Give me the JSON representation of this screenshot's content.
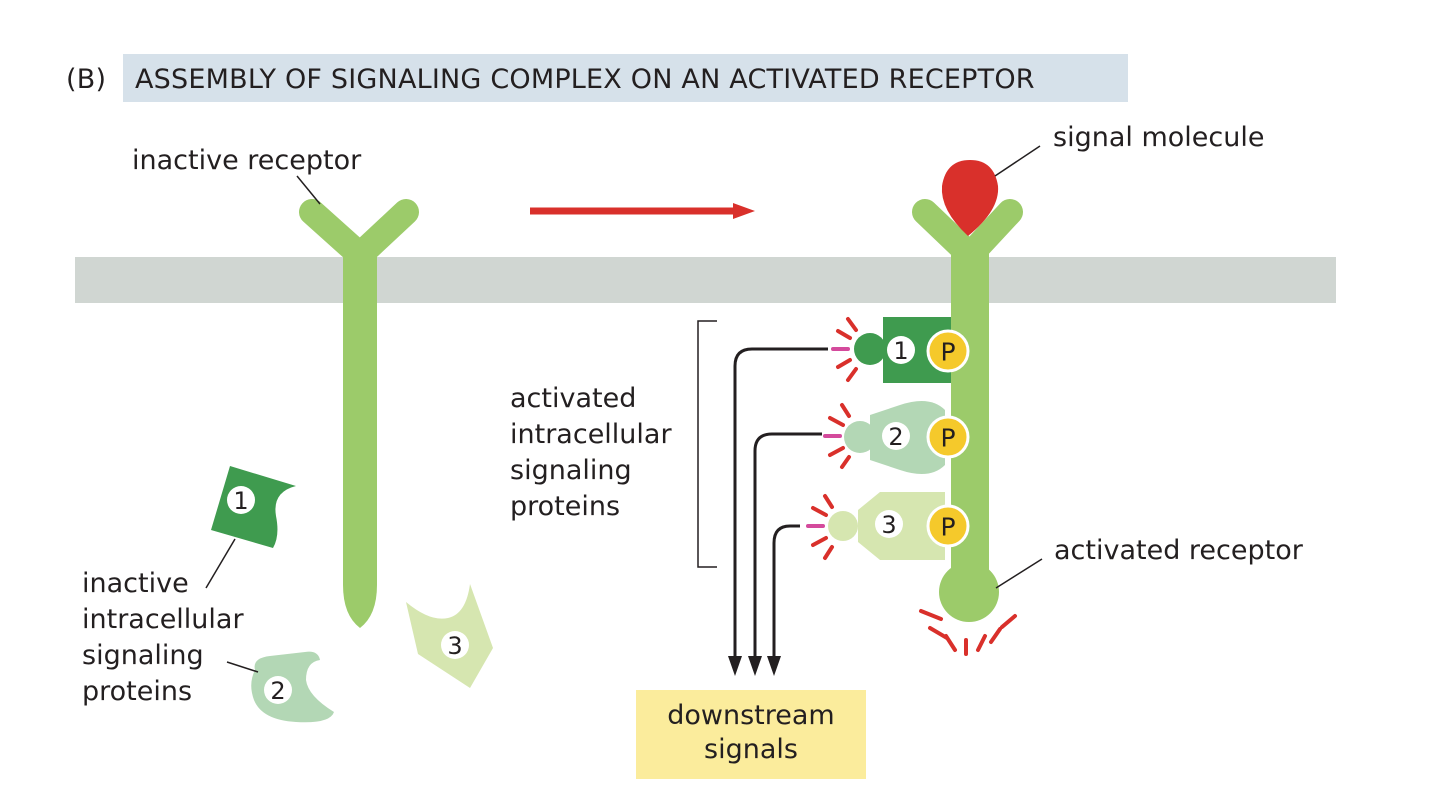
{
  "panel": {
    "tag": "(B)",
    "title": "ASSEMBLY OF SIGNALING COMPLEX ON AN ACTIVATED RECEPTOR"
  },
  "labels": {
    "inactive_receptor": "inactive receptor",
    "signal_molecule": "signal molecule",
    "activated_receptor": "activated receptor",
    "activated_proteins": [
      "activated",
      "intracellular",
      "signaling",
      "proteins"
    ],
    "inactive_proteins": [
      "inactive",
      "intracellular",
      "signaling",
      "proteins"
    ],
    "downstream": [
      "downstream",
      "signals"
    ]
  },
  "proteins": {
    "p1": "1",
    "p2": "2",
    "p3": "3"
  },
  "phospho": {
    "p1": "P",
    "p2": "P",
    "p3": "P"
  },
  "colors": {
    "receptor": "#9ccb6a",
    "membrane": "#d0d6d2",
    "signal_molecule": "#d9302b",
    "arrow_red": "#d9302b",
    "protein1": "#3f9b4f",
    "protein2": "#b3d7b5",
    "protein3": "#d6e6b0",
    "phospho": "#f5c92b",
    "title_bg": "#d6e1ea",
    "downstream_bg": "#fbec9c",
    "rays_pink": "#d44a9c"
  }
}
